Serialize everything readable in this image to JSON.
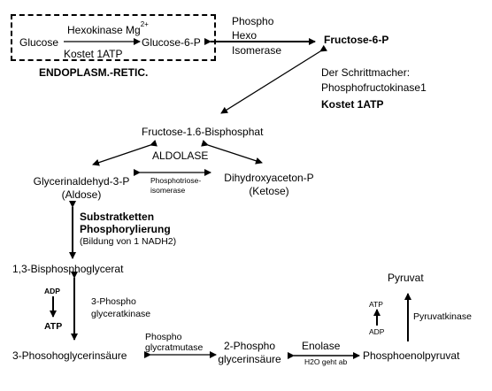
{
  "er_box": {
    "hexokinase": "Hexokinase",
    "mg": "Mg",
    "mg_charge": "2+",
    "glucose": "Glucose",
    "glucose6p": "Glucose-6-P",
    "cost": "Kostet 1ATP",
    "location": "ENDOPLASM.-RETIC."
  },
  "isomerase": {
    "line1": "Phospho",
    "line2": "Hexo",
    "line3": "Isomerase"
  },
  "fructose6p": "Fructose-6-P",
  "pacemaker": {
    "line1": "Der Schrittmacher:",
    "line2": "Phosphofructokinase1",
    "line3": "Kostet 1ATP"
  },
  "fructose16bp": "Fructose-1.6-Bisphosphat",
  "aldolase": "ALDOLASE",
  "gap": {
    "line1": "Glycerinaldehyd-3-P",
    "line2": "(Aldose)"
  },
  "dhap": {
    "line1": "Dihydroxyaceton-P",
    "line2": "(Ketose)"
  },
  "triose_isomerase": {
    "line1": "Phosphotriose-",
    "line2": "isomerase"
  },
  "substrate": {
    "line1": "Substratketten",
    "line2": "Phosphorylierung",
    "line3": "(Bildung von 1 NADH2)"
  },
  "bpg13": "1,3-Bisphosphoglycerat",
  "adp_left": "ADP",
  "atp_left": "ATP",
  "pgk": {
    "line1": "3-Phospho",
    "line2": "glyceratkinase"
  },
  "pg3": "3-Phosohoglycerinsäure",
  "mutase": {
    "line1": "Phospho",
    "line2": "glycratmutase"
  },
  "pg2": {
    "line1": "2-Phospho",
    "line2": "glycerinsäure"
  },
  "enolase": "Enolase",
  "water": "H2O geht ab",
  "pep": "Phosphoenolpyruvat",
  "pyruvat": "Pyruvat",
  "atp_right": "ATP",
  "adp_right": "ADP",
  "pk": "Pyruvatkinase"
}
